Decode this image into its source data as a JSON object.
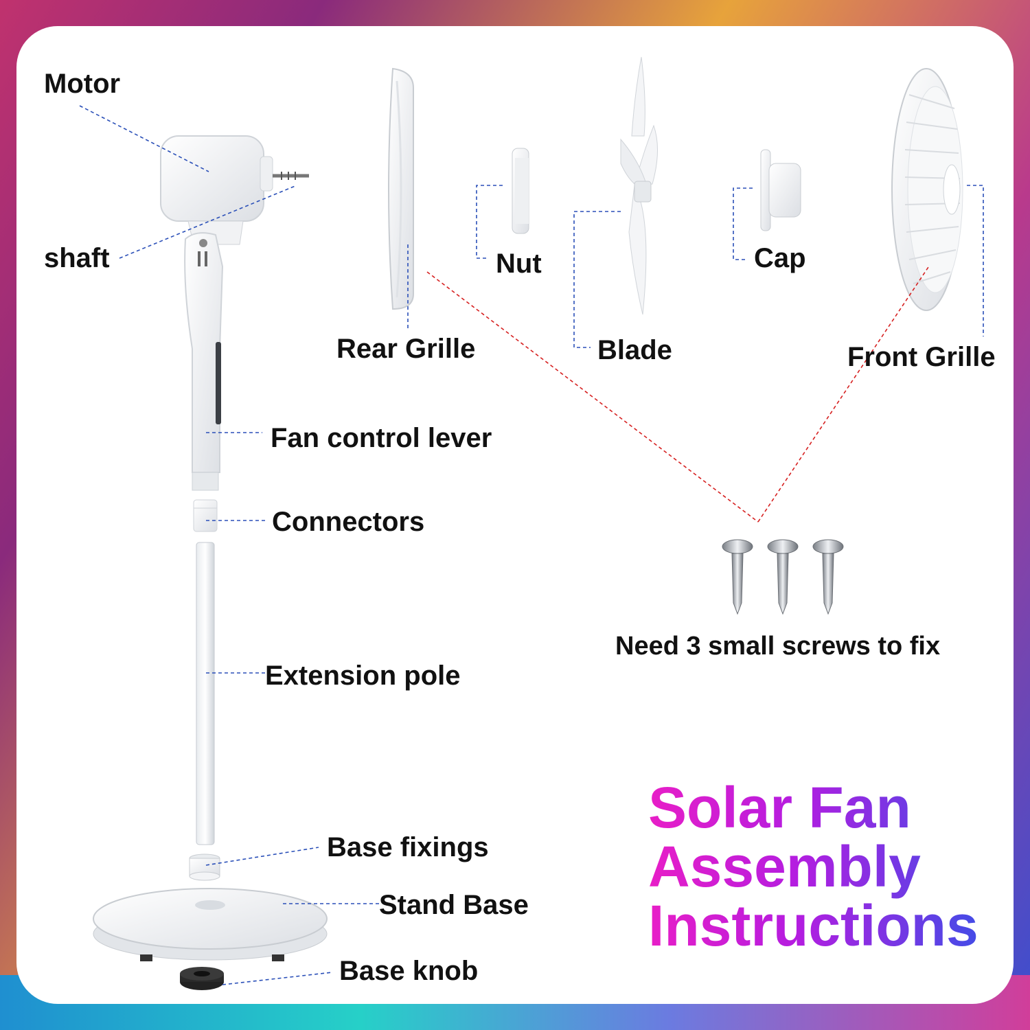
{
  "labels": {
    "motor": "Motor",
    "shaft": "shaft",
    "rear_grille": "Rear Grille",
    "nut": "Nut",
    "blade": "Blade",
    "cap": "Cap",
    "front_grille": "Front Grille",
    "fan_control_lever": "Fan control lever",
    "connectors": "Connectors",
    "extension_pole": "Extension pole",
    "base_fixings": "Base fixings",
    "stand_base": "Stand Base",
    "base_knob": "Base knob",
    "screws_note": "Need 3 small screws to fix"
  },
  "title": {
    "line1": "Solar Fan",
    "line2": "Assembly",
    "line3": "Instructions"
  },
  "colors": {
    "leader_line": "#2a4fb8",
    "screw_leader": "#d62020",
    "title_gradient_start": "#e81ec7",
    "title_gradient_end": "#2b56e8"
  }
}
